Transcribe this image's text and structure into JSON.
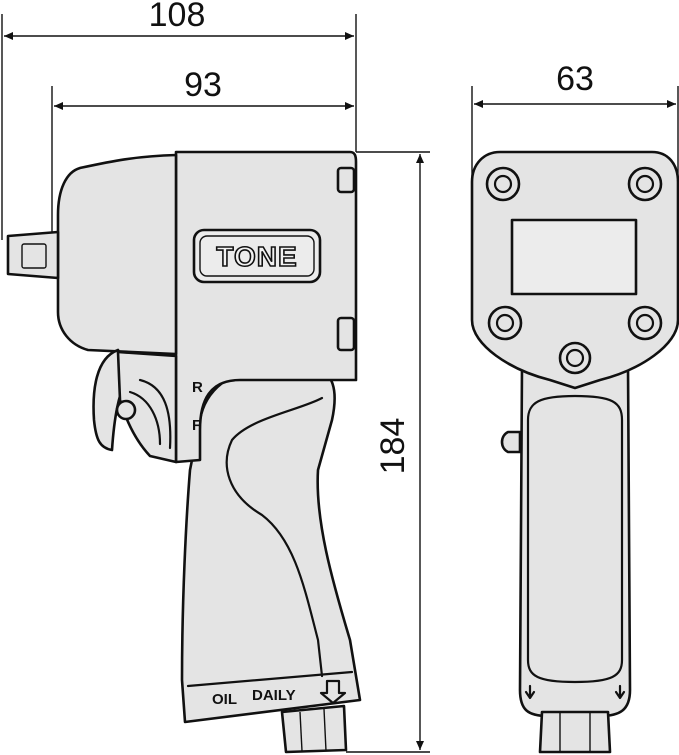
{
  "dimensions": {
    "overall_length": "108",
    "body_length": "93",
    "height": "184",
    "width": "63"
  },
  "tool": {
    "brand": "TONE",
    "oil_label": "OIL",
    "daily_label": "DAILY",
    "forward_mark": "F",
    "reverse_mark": "R"
  },
  "colors": {
    "body_fill": "#e4e4e4",
    "outline": "#111111",
    "background": "#ffffff"
  }
}
